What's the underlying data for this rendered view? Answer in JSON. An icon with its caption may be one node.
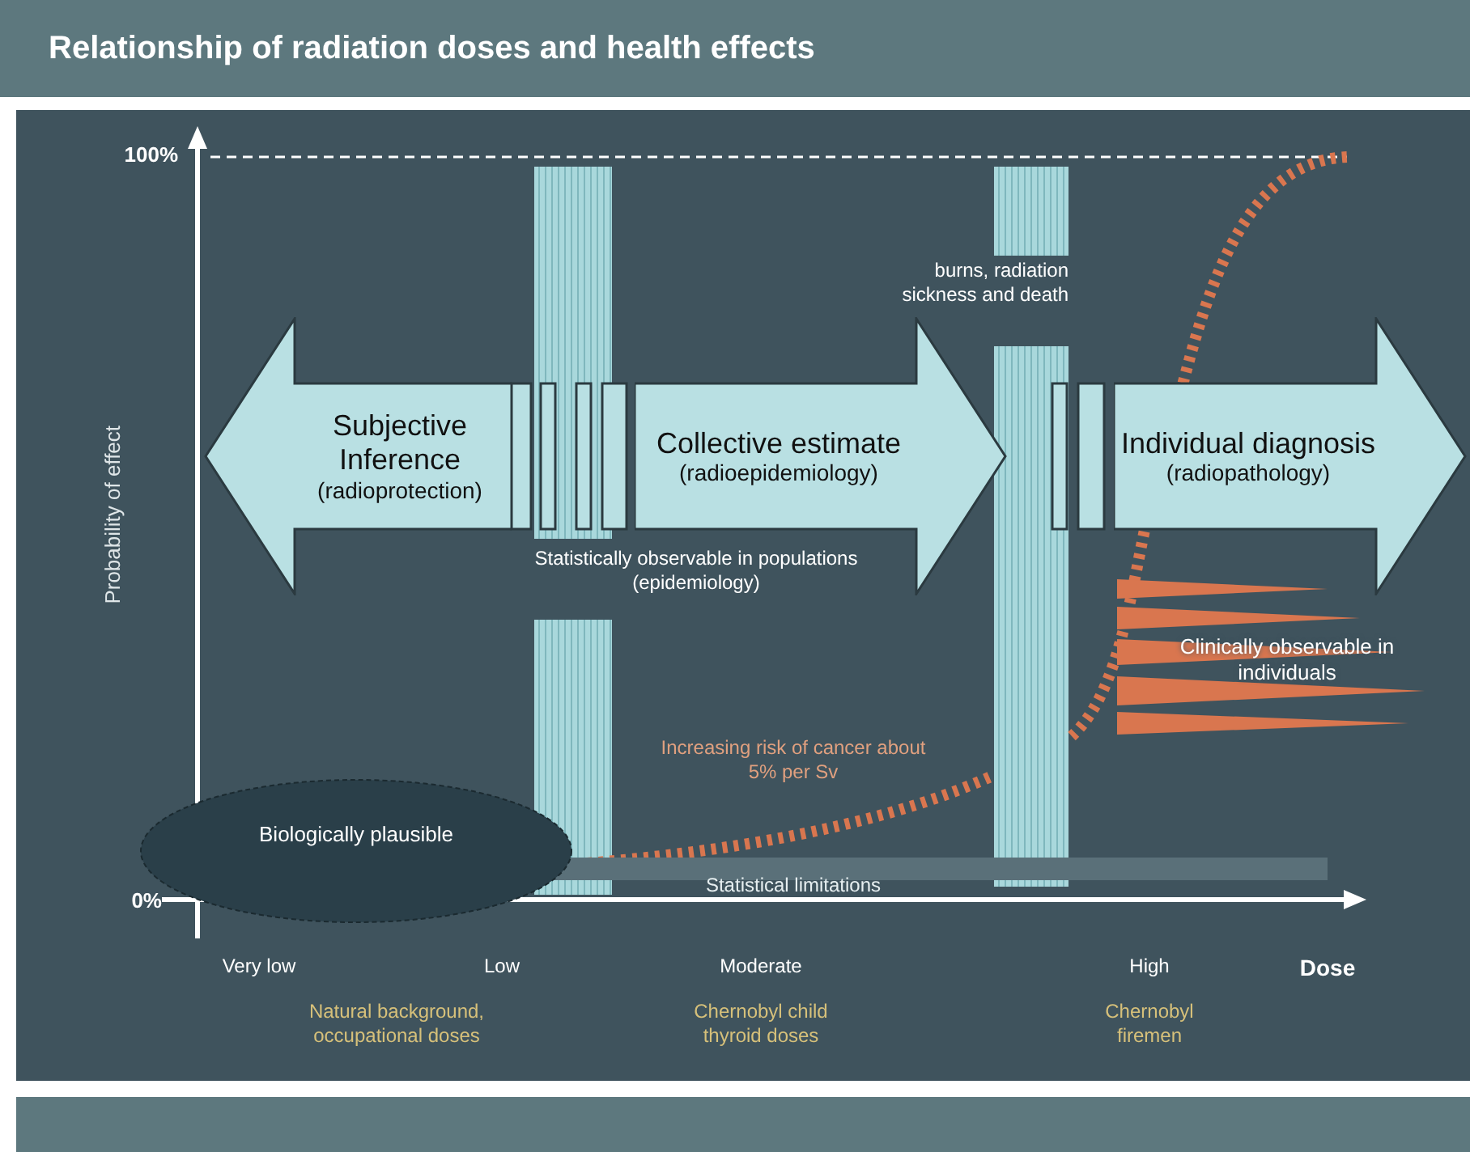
{
  "diagram": {
    "title": "Relationship of radiation doses and health effects",
    "nodes": [
      {
        "text": [
          "Subjective Inference",
          "(radioprotection)"
        ]
      },
      {
        "text": [
          "Collective estimate",
          "(radioepidemiology)"
        ]
      },
      {
        "text": [
          "Individual diagnosis",
          "(radiopathology)"
        ]
      },
      {
        "text": [
          "Biologically plausible"
        ]
      }
    ],
    "edges": [],
    "labels": [
      "100%",
      "Probability of effect",
      "burns, radiation sickness and death",
      "Statistically observable in populations (epidemiology)",
      "Clinically observable in individuals",
      "Increasing risk of cancer about 5% per Sv",
      "Statistical limitations",
      "0%",
      "Very low",
      "Low",
      "Moderate",
      "High",
      "Dose",
      "Natural background, occupational doses",
      "Chernobyl child thyroid doses",
      "Chernobyl firemen"
    ]
  }
}
